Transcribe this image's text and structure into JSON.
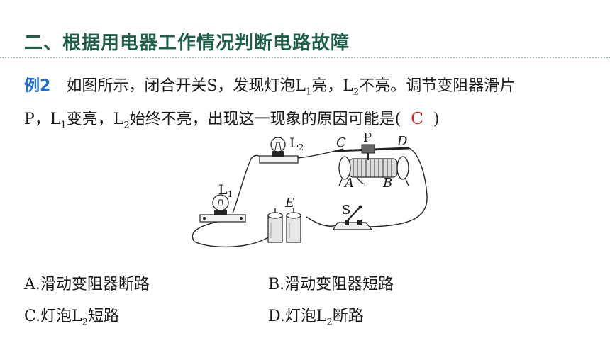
{
  "header": {
    "title": "二、根据用电器工作情况判断电路故障"
  },
  "question": {
    "label": "例2",
    "line1_a": "如图所示，闭合开关S，发现灯泡L",
    "line1_sub1": "1",
    "line1_b": "亮，L",
    "line1_sub2": "2",
    "line1_c": "不亮。调节变阻器滑片",
    "line2_a": "P，L",
    "line2_sub1": "1",
    "line2_b": "变亮，L",
    "line2_sub2": "2",
    "line2_c": "始终不亮，出现这一现象的原因可能是(",
    "answer": "C",
    "line2_end": ")"
  },
  "figure": {
    "labels": {
      "L1_main": "L",
      "L1_sub": "1",
      "L2_main": "L",
      "L2_sub": "2",
      "C": "C",
      "P": "P",
      "D": "D",
      "A": "A",
      "B": "B",
      "E": "E",
      "S": "S"
    }
  },
  "options": {
    "a": {
      "text": "A.滑动变阻器断路"
    },
    "b": {
      "text": "B.滑动变阻器短路"
    },
    "c": {
      "prefix": "C.灯泡L",
      "sub": "2",
      "suffix": "短路"
    },
    "d": {
      "prefix": "D.灯泡L",
      "sub": "2",
      "suffix": "断路"
    }
  }
}
